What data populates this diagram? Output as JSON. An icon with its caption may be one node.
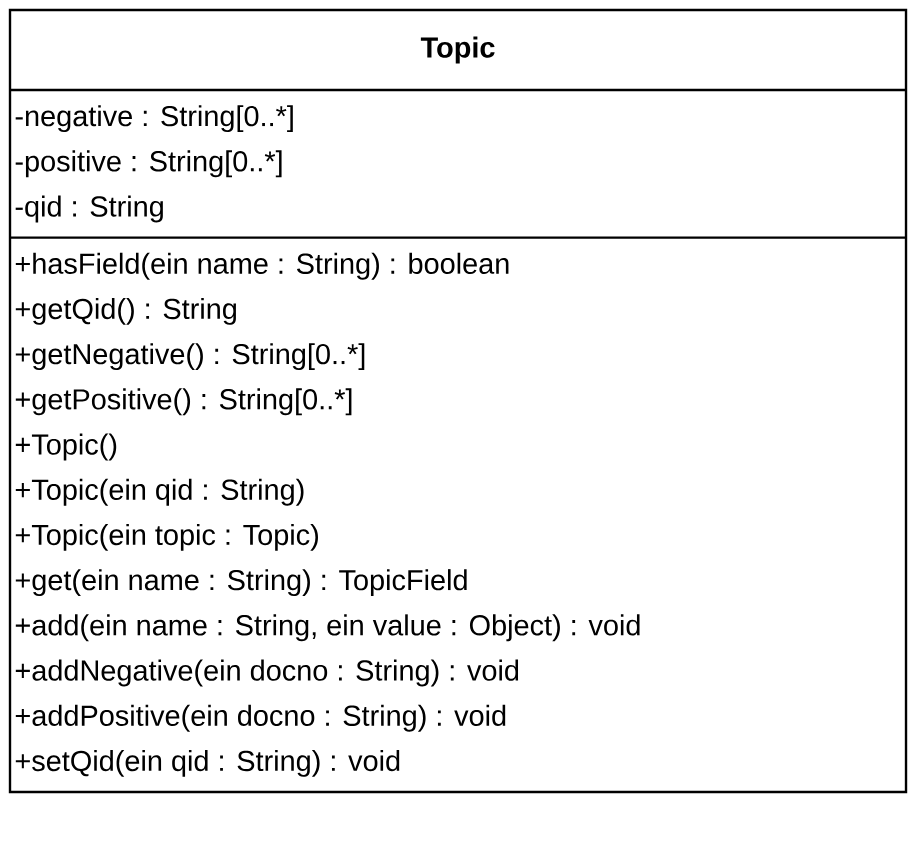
{
  "diagram": {
    "nodes": [
      {
        "text": [
          "Topic"
        ]
      },
      {
        "text": [
          "-negative : String[0..*]",
          "-positive : String[0..*]",
          "-qid : String"
        ],
        "in": 0
      },
      {
        "text": [
          "+hasField(ein name : String) : boolean",
          "+getQid() : String",
          "+getNegative() : String[0..*]",
          "+getPositive() : String[0..*]",
          "+Topic()",
          "+Topic(ein qid : String)",
          "+Topic(ein topic : Topic)",
          "+get(ein name : String) : TopicField",
          "+add(ein name : String, ein value : Object) : void",
          "+addNegative(ein docno : String) : void",
          "+addPositive(ein docno : String) : void",
          "+setQid(ein qid : String) : void"
        ],
        "in": 0
      }
    ]
  }
}
